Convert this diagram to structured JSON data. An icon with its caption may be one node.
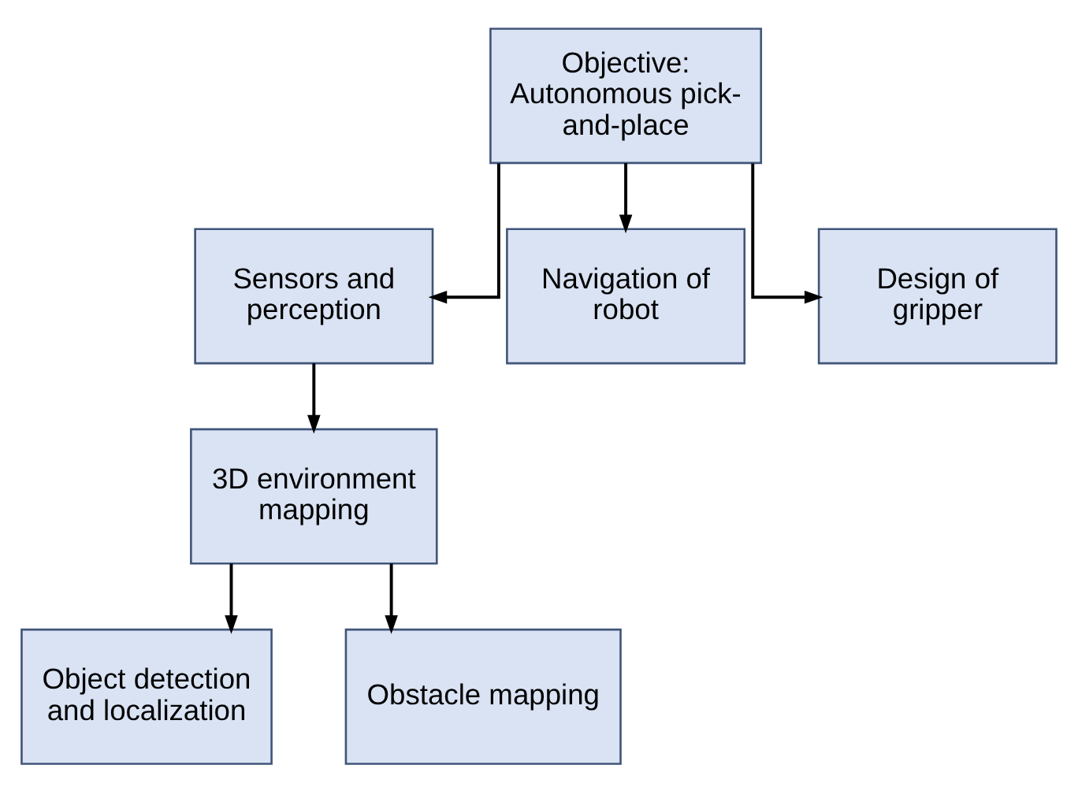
{
  "diagram": {
    "nodes": [
      {
        "text": [
          "Objective: Autonomous pick-and-place"
        ]
      },
      {
        "text": [
          "Sensors and perception"
        ]
      },
      {
        "text": [
          "Navigation of robot"
        ]
      },
      {
        "text": [
          "Design of gripper"
        ]
      },
      {
        "text": [
          "3D environment mapping"
        ]
      },
      {
        "text": [
          "Object detection and localization"
        ]
      },
      {
        "text": [
          "Obstacle mapping"
        ]
      }
    ],
    "edges": [
      {
        "from": 0,
        "to": 1,
        "arrow": "to"
      },
      {
        "from": 0,
        "to": 2,
        "arrow": "to"
      },
      {
        "from": 0,
        "to": 3,
        "arrow": "to"
      },
      {
        "from": 1,
        "to": 4,
        "arrow": "to"
      },
      {
        "from": 4,
        "to": 5,
        "arrow": "to"
      },
      {
        "from": 4,
        "to": 6,
        "arrow": "to"
      }
    ]
  }
}
